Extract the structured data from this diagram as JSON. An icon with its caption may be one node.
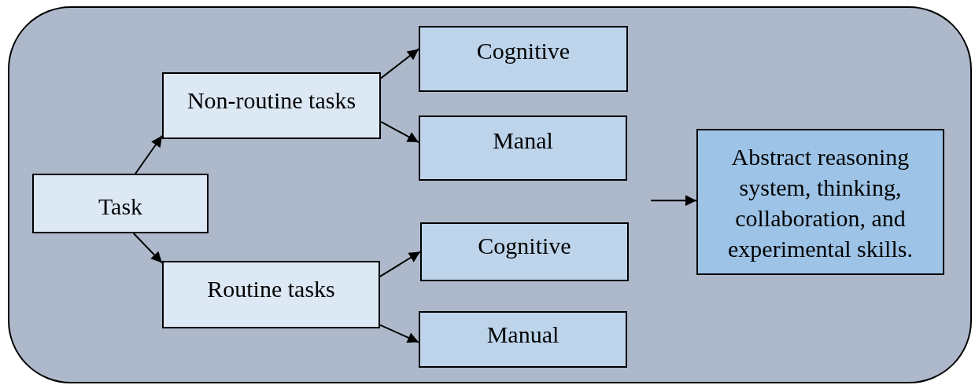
{
  "diagram": {
    "nodes": [
      {
        "text": [],
        "shape": "box"
      },
      {
        "text": [
          "Task"
        ],
        "in": 0
      },
      {
        "text": [
          "Non-routine tasks"
        ],
        "in": 0
      },
      {
        "text": [
          "Routine tasks"
        ],
        "in": 0
      },
      {
        "text": [
          "Cognitive"
        ],
        "in": 0
      },
      {
        "text": [
          "Manal"
        ],
        "in": 0
      },
      {
        "text": [
          "Cognitive"
        ],
        "in": 0
      },
      {
        "text": [
          "Manual"
        ],
        "in": 0
      },
      {
        "text": [
          "Abstract reasoning system, thinking, collaboration, and experimental skills."
        ],
        "in": 0
      }
    ],
    "edges": [
      {
        "from": 1,
        "to": 2,
        "arrow": "to"
      },
      {
        "from": 1,
        "to": 3,
        "arrow": "to"
      },
      {
        "from": 2,
        "to": 4,
        "arrow": "to"
      },
      {
        "from": 2,
        "to": 5,
        "arrow": "to"
      },
      {
        "from": 3,
        "to": 6,
        "arrow": "to"
      },
      {
        "from": 3,
        "to": 7,
        "arrow": "to"
      },
      {
        "from": null,
        "to": 8,
        "arrow": "to"
      }
    ]
  }
}
